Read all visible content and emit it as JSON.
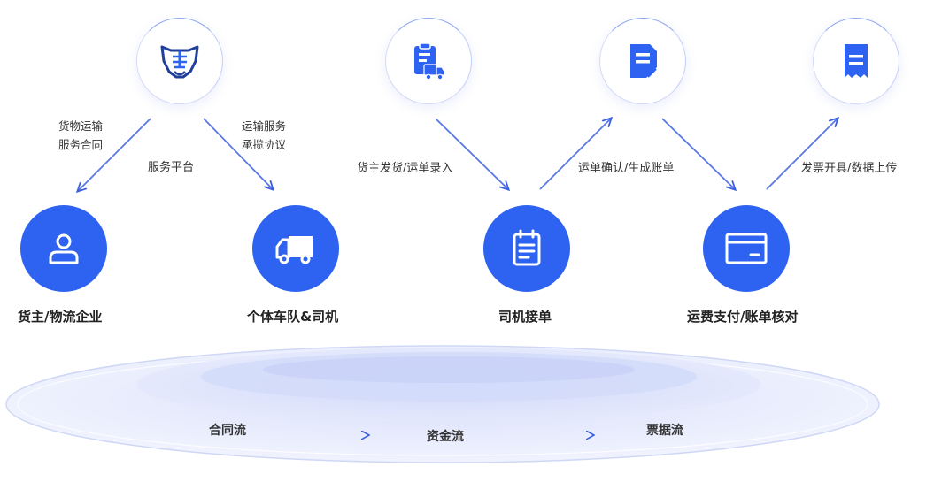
{
  "top_icons": [
    {
      "name": "platform-logo-icon"
    },
    {
      "name": "clipboard-truck-icon"
    },
    {
      "name": "document-icon"
    },
    {
      "name": "receipt-icon"
    }
  ],
  "edge_labels": {
    "cargo_contract": [
      "货物运输",
      "服务合同"
    ],
    "transport_agreement": [
      "运输服务",
      "承揽协议"
    ],
    "service_platform": "服务平台",
    "shipper_dispatch": "货主发货/运单录入",
    "waybill_confirm": "运单确认/生成账单",
    "invoice_upload": "发票开具/数据上传"
  },
  "nodes": [
    {
      "title": "货主/物流企业",
      "icon": "user-icon"
    },
    {
      "title": "个体车队&司机",
      "icon": "truck-icon"
    },
    {
      "title": "司机接单",
      "icon": "order-list-icon"
    },
    {
      "title": "运费支付/账单核对",
      "icon": "payment-card-icon"
    }
  ],
  "flows": [
    "合同流",
    "资金流",
    "票据流"
  ],
  "colors": {
    "primary": "#2e62f0",
    "arrow": "#3a5fe0",
    "ring": "#8ea6f5"
  }
}
